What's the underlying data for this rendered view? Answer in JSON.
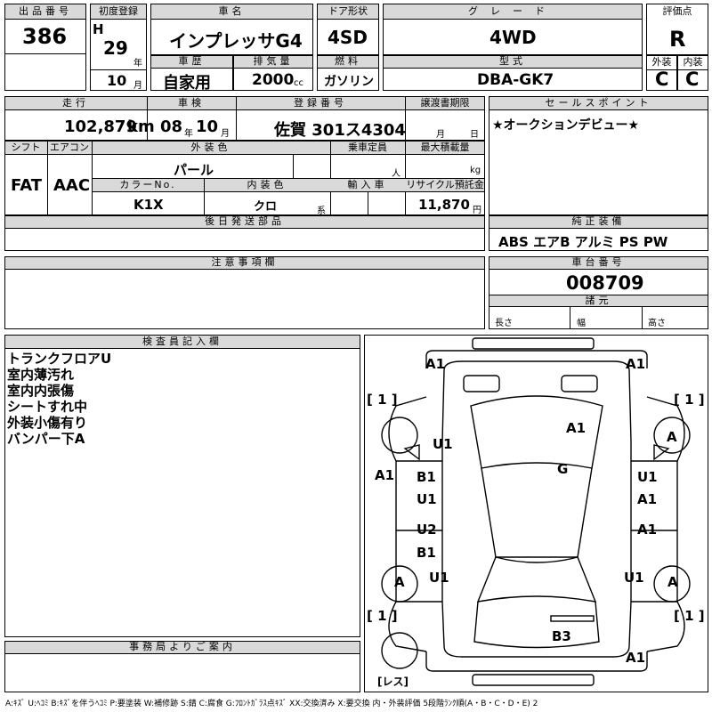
{
  "labels": {
    "lot_no": "出品番号",
    "first_reg": "初度登録",
    "car_name": "車名",
    "door": "ドア形状",
    "grade": "グレード",
    "score": "評価点",
    "history": "車歴",
    "displacement": "排気量",
    "fuel": "燃料",
    "model_code": "型式",
    "exterior": "外装",
    "interior": "内装",
    "mileage": "走行",
    "inspection": "車検",
    "plate": "登録番号",
    "transfer": "譲渡書期限",
    "sales_point": "セールスポイント",
    "shift": "シフト",
    "aircon": "エアコン",
    "color": "外装色",
    "capacity": "乗車定員",
    "max_load": "最大積載量",
    "color_no": "カラーNo.",
    "int_color": "内装色",
    "import": "輸入車",
    "recycle": "リサイクル預託金",
    "later_parts": "後日発送部品",
    "equipment": "純正装備",
    "notes": "注意事項欄",
    "chassis": "車台番号",
    "specs": "諸元",
    "length": "長さ",
    "width": "幅",
    "height": "高さ",
    "inspector": "検査員記入欄",
    "office": "事務局よりご案内"
  },
  "values": {
    "lot_no": "386",
    "era": "H",
    "year": "29",
    "year_unit": "年",
    "month": "10",
    "month_unit": "月",
    "car_name": "インプレッサG4",
    "door": "4SD",
    "grade": "4WD",
    "score": "R",
    "history": "自家用",
    "displacement": "2000",
    "displacement_unit": "cc",
    "fuel": "ガソリン",
    "model_code": "DBA-GK7",
    "exterior_score": "C",
    "interior_score": "C",
    "mileage": "102,879",
    "mileage_unit": "km",
    "insp_year": "08",
    "insp_year_unit": "年",
    "insp_month": "10",
    "insp_month_unit": "月",
    "plate": "佐賀 301ス4304",
    "transfer_month_unit": "月",
    "transfer_day_unit": "日",
    "sales_point": "★オークションデビュー★",
    "shift": "FAT",
    "aircon": "AAC",
    "color": "パール",
    "capacity_unit": "人",
    "max_load_unit": "kg",
    "color_no": "K1X",
    "int_color": "クロ",
    "int_color_unit": "系",
    "recycle": "11,870",
    "recycle_unit": "円",
    "equipment": "ABS エアB アルミ PS PW",
    "chassis": "008709"
  },
  "inspector_notes": [
    "トランクフロアU",
    "室内薄汚れ",
    "室内内張傷",
    "シートすれ中",
    "外装小傷有り",
    "バンパー下A"
  ],
  "diagram_marks": {
    "front_left": "A1",
    "front_right": "A1",
    "roof": "A1",
    "left_fender": "U1",
    "center": "G",
    "left_door": "A1",
    "front_door_l1": "B1",
    "front_door_l2": "U1",
    "rear_door_l1": "U2",
    "rear_door_l2": "B1",
    "right_door_f1": "U1",
    "right_door_f2": "A1",
    "right_door_r": "A1",
    "left_rear": "U1",
    "right_rear": "U1",
    "wheel_fl": "A",
    "wheel_rl": "A",
    "wheel_rr": "A",
    "rear": "B3",
    "rear_bumper": "A1",
    "bracket_tl": "[ 1 ]",
    "bracket_tr": "[ 1 ]",
    "bracket_bl": "[ 1 ]",
    "bracket_br": "[ 1 ]",
    "spare": "[レス]"
  },
  "legend": "A:ｷｽﾞ U:ﾍｺﾐ B:ｷｽﾞを伴うﾍｺﾐ P:要塗装 W:補修跡 S:錆 C:腐食 G:ﾌﾛﾝﾄｶﾞﾗｽ点ｷｽﾞ XX:交換済み X:要交換 内・外装評価 5段階ﾗﾝｸ順(A・B・C・D・E) 2"
}
